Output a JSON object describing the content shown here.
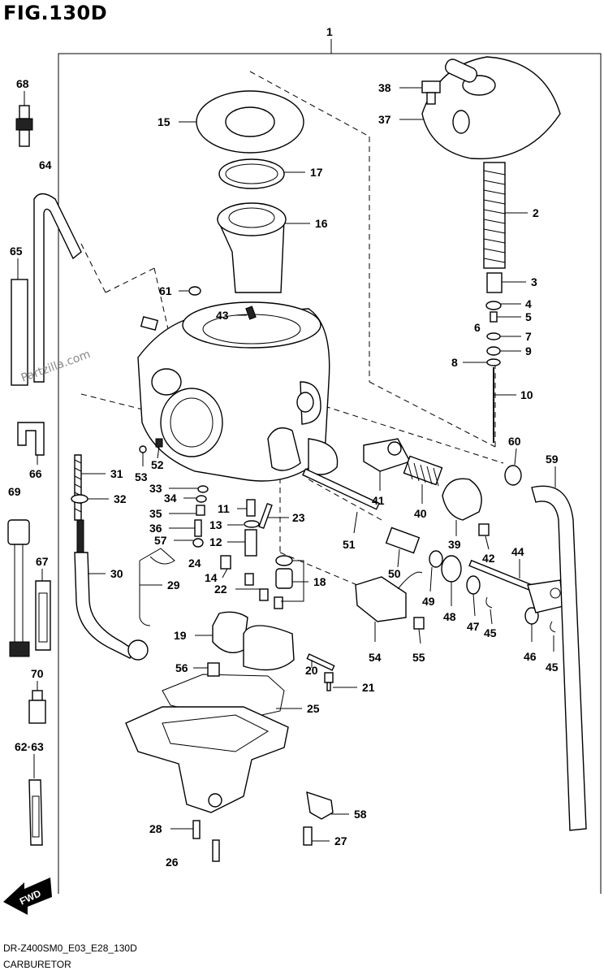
{
  "figure": {
    "title": "FIG.130D",
    "code": "DR-Z400SM0_E03_E28_130D",
    "name": "CARBURETOR"
  },
  "watermark": "Partzilla.com",
  "fwd_label": "FWD",
  "callouts": [
    "1",
    "2",
    "3",
    "4",
    "5",
    "6",
    "7",
    "8",
    "9",
    "10",
    "11",
    "12",
    "13",
    "14",
    "15",
    "16",
    "17",
    "18",
    "19",
    "20",
    "21",
    "22",
    "23",
    "24",
    "25",
    "26",
    "27",
    "28",
    "29",
    "30",
    "31",
    "32",
    "33",
    "34",
    "35",
    "36",
    "37",
    "38",
    "39",
    "40",
    "41",
    "42",
    "43",
    "44",
    "45",
    "45",
    "46",
    "47",
    "48",
    "49",
    "50",
    "51",
    "52",
    "53",
    "54",
    "55",
    "56",
    "57",
    "58",
    "59",
    "60",
    "61",
    "62·63",
    "64",
    "65",
    "66",
    "67",
    "68",
    "69",
    "70"
  ]
}
